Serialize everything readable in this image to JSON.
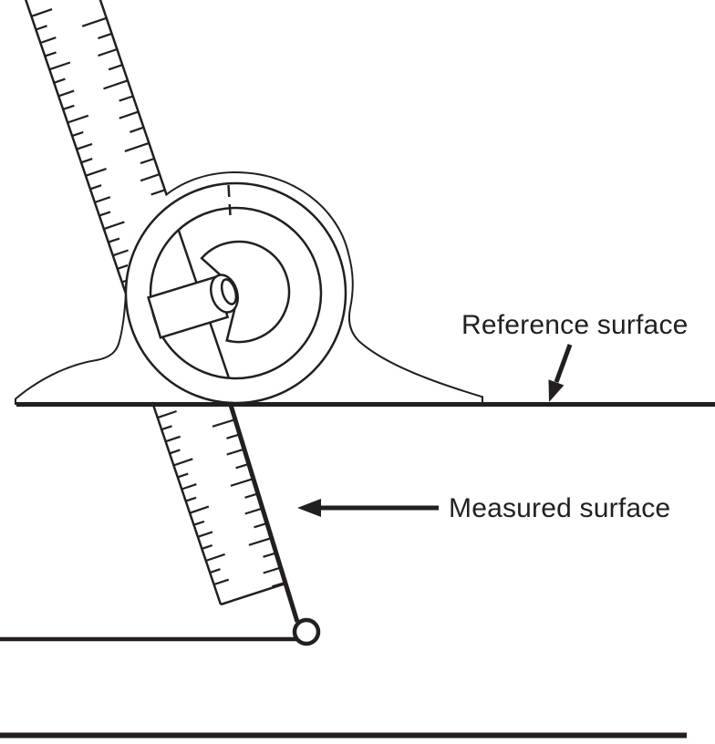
{
  "figure": {
    "description": "Line drawing of a protractor head with steel rule resting on a reference surface, rule blade contacting an angled measured surface"
  },
  "labels": {
    "reference_surface": "Reference surface",
    "measured_surface": "Measured surface"
  },
  "icons": {
    "reference_arrow": "arrow-down-left",
    "measured_arrow": "arrow-left"
  },
  "colors": {
    "ink": "#231f20",
    "paper": "#ffffff"
  }
}
